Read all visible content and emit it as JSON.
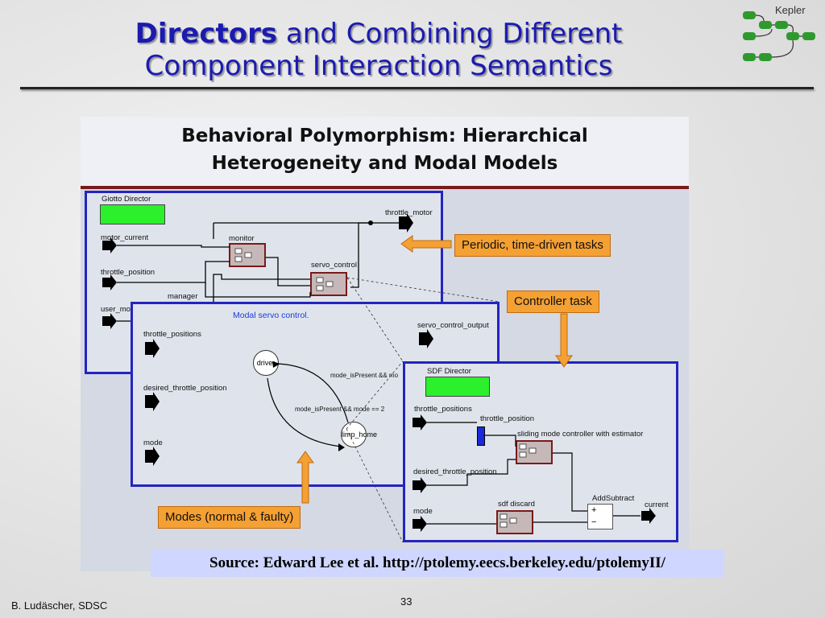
{
  "title": {
    "bold": "Directors",
    "rest": " and Combining Different",
    "line2": "Component Interaction Semantics"
  },
  "logo": {
    "word": "Kepler"
  },
  "panel": {
    "title_line1": "Behavioral Polymorphism: Hierarchical",
    "title_line2": "Heterogeneity and Modal Models"
  },
  "giotto": {
    "director": "Giotto Director",
    "motor_current": "motor_current",
    "throttle_position": "throttle_position",
    "user_mo": "user_mo",
    "monitor": "monitor",
    "servo_control": "servo_control",
    "manager": "manager",
    "throttle_motor": "throttle_motor"
  },
  "modal": {
    "title": "Modal servo control.",
    "throttle_positions": "throttle_positions",
    "desired_throttle_position": "desired_throttle_position",
    "mode": "mode",
    "servo_control_output": "servo_control_output",
    "driver": "driver",
    "limp_home": "limp_home",
    "guard1": "mode_isPresent && mo",
    "guard2": "mode_isPresent && mode == 2"
  },
  "sdf": {
    "director": "SDF Director",
    "throttle_positions": "throttle_positions",
    "throttle_position": "throttle_position",
    "sliding": "sliding mode controller with estimator",
    "desired_throttle_position": "desired_throttle_position",
    "mode": "mode",
    "sdf_discard": "sdf discard",
    "addsubtract": "AddSubtract",
    "current": "current",
    "plus": "+",
    "minus": "−"
  },
  "callouts": {
    "periodic": "Periodic, time-driven tasks",
    "controller": "Controller task",
    "modes": "Modes (normal & faulty)"
  },
  "colors": {
    "title": "#1b1bb0",
    "box_border": "#2424c0",
    "callout": "#f5a032",
    "director": "#2cf02c",
    "actor_border": "#7a1a1a"
  },
  "source": "Source: Edward Lee et al. http://ptolemy.eecs.berkeley.edu/ptolemyII/",
  "footer": {
    "author": "B. Ludäscher, SDSC",
    "page": "33"
  }
}
